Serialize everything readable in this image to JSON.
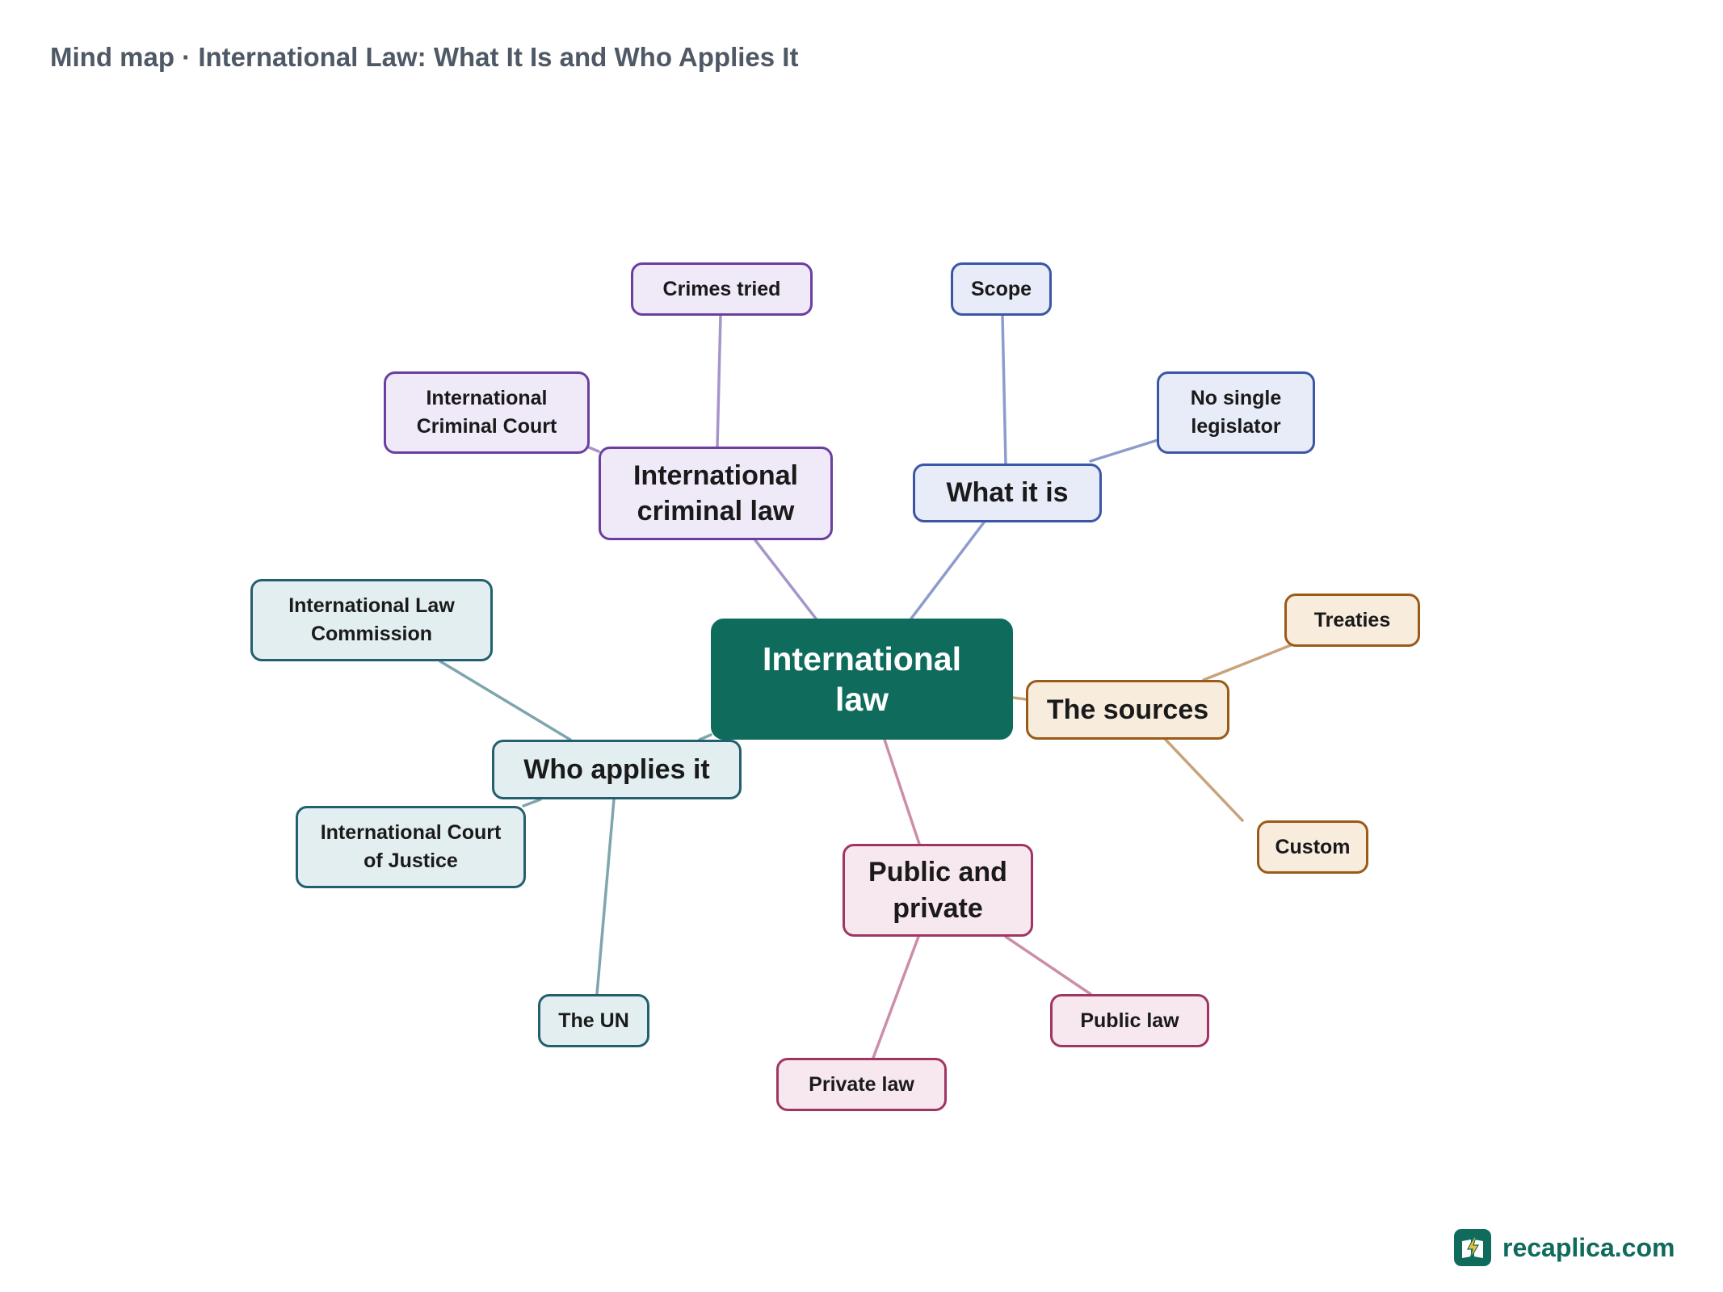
{
  "title": "Mind map · International Law: What It Is and Who Applies It",
  "colors": {
    "root": "#0f6b5c",
    "purple": "#6b3fa0",
    "blue": "#3c56a6",
    "orange": "#9a5a18",
    "pink": "#a03563",
    "teal": "#245f6f",
    "title_text": "#4f5965"
  },
  "root": {
    "label": "International law"
  },
  "branches": {
    "criminal": {
      "label": "International criminal law",
      "children": {
        "crimes_tried": "Crimes tried",
        "icc": "International Criminal Court"
      }
    },
    "what": {
      "label": "What it is",
      "children": {
        "scope": "Scope",
        "no_legislator": "No single legislator"
      }
    },
    "sources": {
      "label": "The sources",
      "children": {
        "treaties": "Treaties",
        "custom": "Custom"
      }
    },
    "public_private": {
      "label": "Public and private",
      "children": {
        "public_law": "Public law",
        "private_law": "Private law"
      }
    },
    "who": {
      "label": "Who applies it",
      "children": {
        "ilc": "International Law Commission",
        "icj": "International Court of Justice",
        "un": "The UN"
      }
    }
  },
  "brand": {
    "name": "recaplica.com",
    "icon": "lightning-book-icon"
  }
}
